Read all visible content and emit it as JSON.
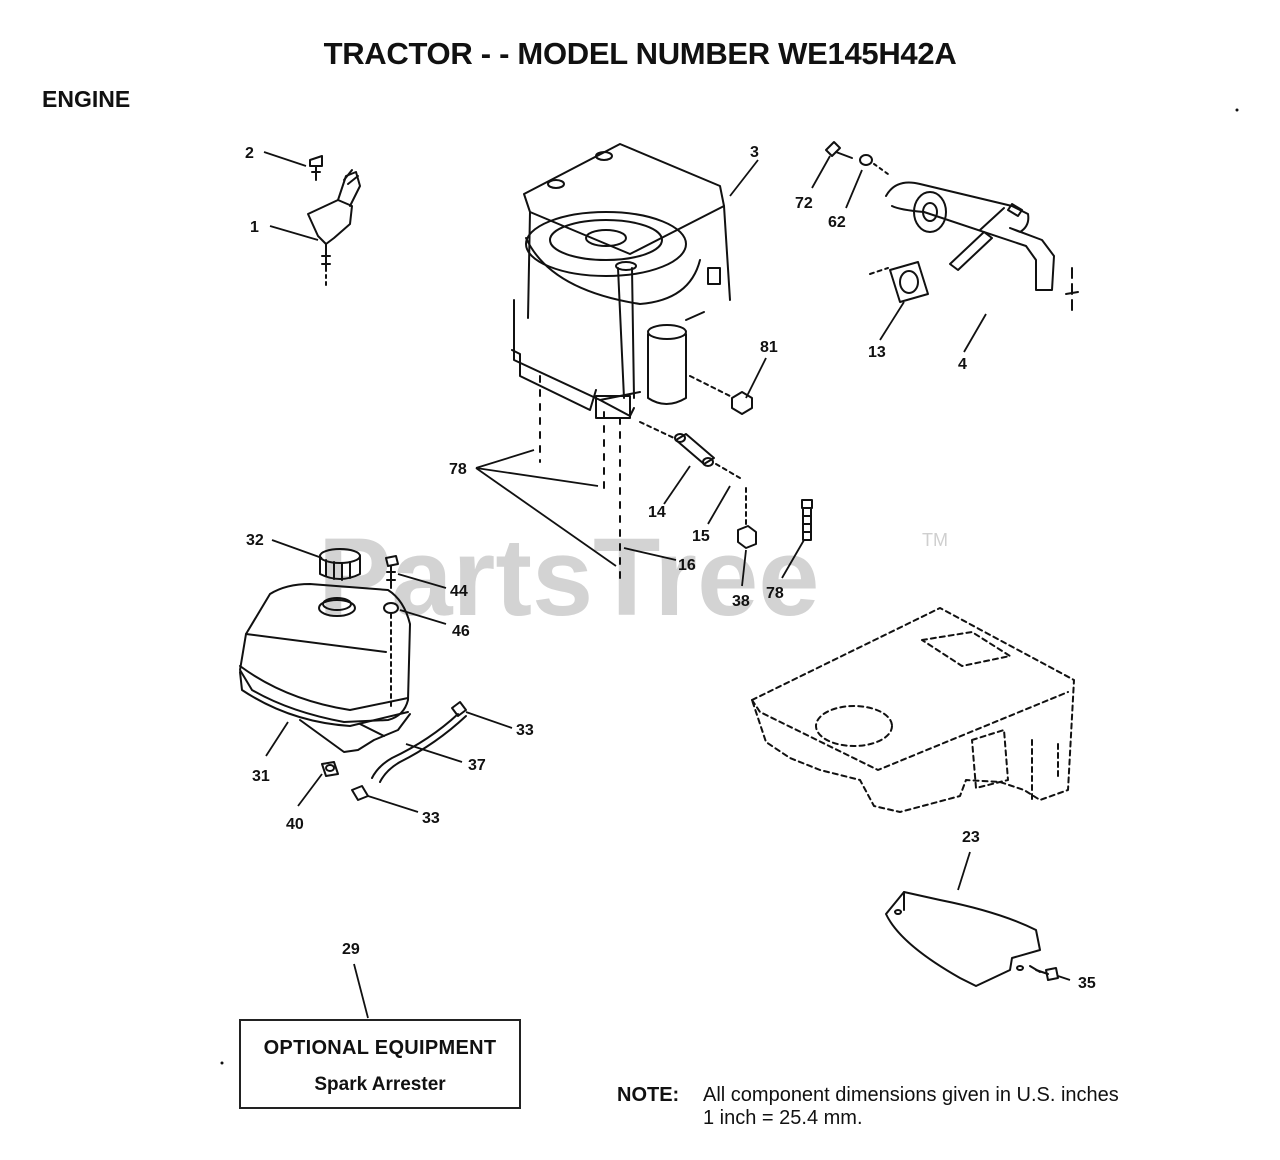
{
  "header": {
    "title": "TRACTOR - - MODEL NUMBER WE145H42A",
    "section": "ENGINE"
  },
  "watermark": {
    "text": "PartsTree",
    "trademark": "TM"
  },
  "callouts": {
    "c1": "1",
    "c2": "2",
    "c3": "3",
    "c4": "4",
    "c13": "13",
    "c14": "14",
    "c15": "15",
    "c16": "16",
    "c23": "23",
    "c29": "29",
    "c31": "31",
    "c32": "32",
    "c33a": "33",
    "c33b": "33",
    "c35": "35",
    "c37": "37",
    "c38": "38",
    "c40": "40",
    "c44": "44",
    "c46": "46",
    "c62": "62",
    "c72": "72",
    "c78a": "78",
    "c78b": "78",
    "c81": "81"
  },
  "optional_equipment": {
    "title": "OPTIONAL EQUIPMENT",
    "item": "Spark Arrester"
  },
  "note": {
    "label": "NOTE:",
    "line1": "All component dimensions given in U.S. inches",
    "line2": "1 inch = 25.4 mm."
  },
  "colors": {
    "ink": "#111111",
    "watermark": "#d3d3d3",
    "background": "#ffffff"
  }
}
